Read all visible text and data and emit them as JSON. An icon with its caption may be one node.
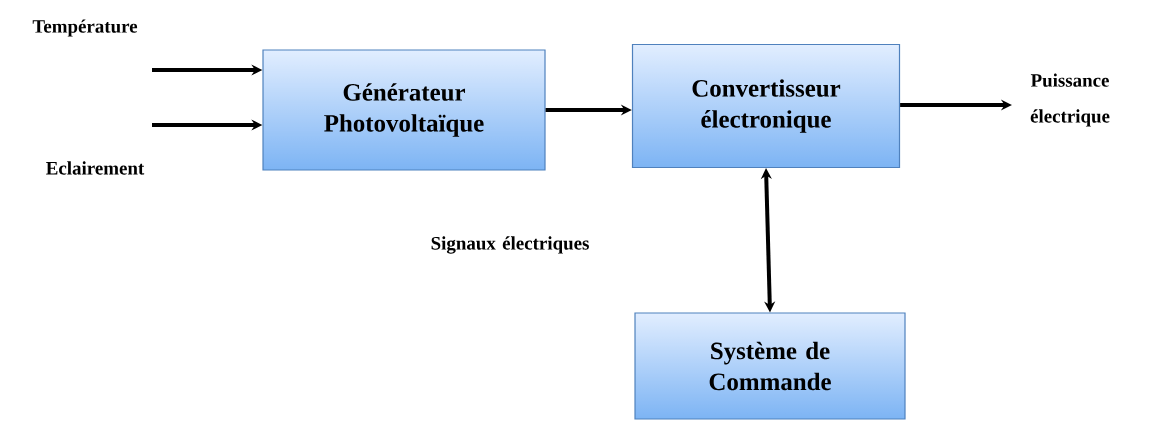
{
  "diagram": {
    "nodes": [
      {
        "text": [
          "Générateur Photovoltaïque"
        ]
      },
      {
        "text": [
          "Convertisseur électronique"
        ]
      },
      {
        "text": [
          "Système de Commande"
        ]
      }
    ],
    "edges": [
      {
        "from": null,
        "to": 0,
        "arrow": "to"
      },
      {
        "from": null,
        "to": 0,
        "arrow": "to"
      },
      {
        "from": 0,
        "to": 1,
        "arrow": "to"
      },
      {
        "from": 1,
        "to": null,
        "arrow": "to"
      },
      {
        "from": 1,
        "to": 2,
        "arrow": "both"
      }
    ],
    "labels": [
      "Température",
      "Eclairement",
      "Signaux électriques",
      "Puissance électrique"
    ]
  }
}
